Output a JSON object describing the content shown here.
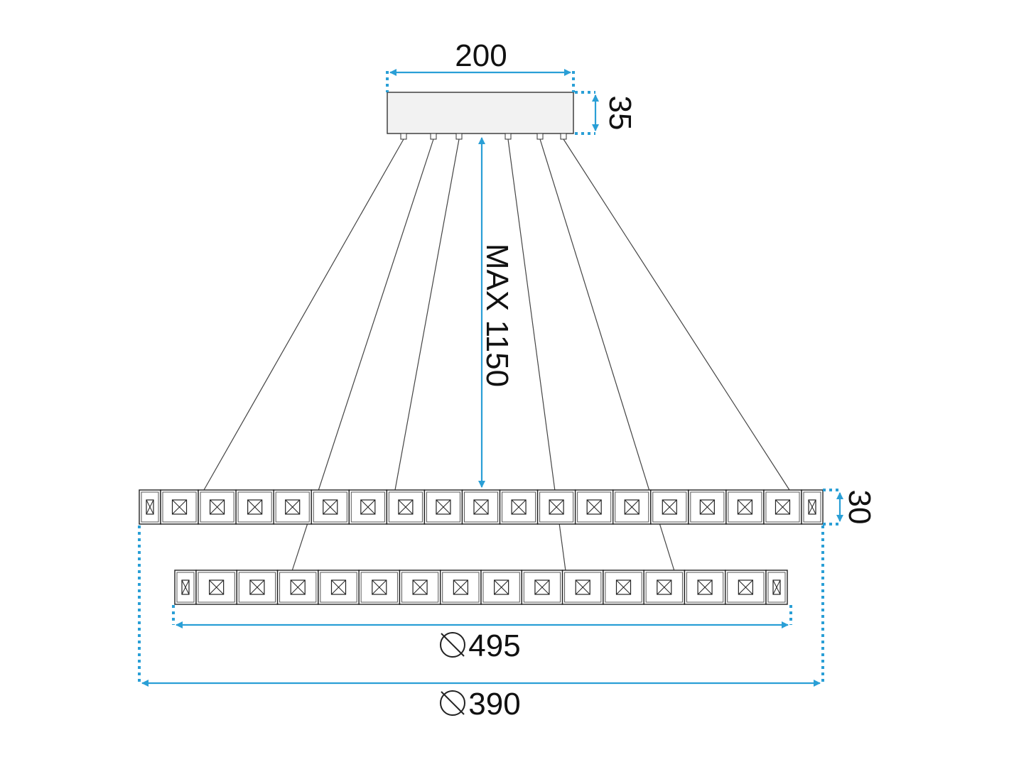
{
  "colors": {
    "accent": "#2a9fd6",
    "line": "#222222",
    "canopy_fill": "#f2f2f2"
  },
  "dimensions": {
    "canopy_width": "200",
    "canopy_height": "35",
    "max_drop": "MAX 1150",
    "ring_height": "30",
    "small_ring_diameter": "495",
    "large_ring_diameter": "390"
  },
  "diameter_symbol": "diameter-icon",
  "rings": {
    "upper_crystal_count": 19,
    "lower_crystal_count": 16
  }
}
